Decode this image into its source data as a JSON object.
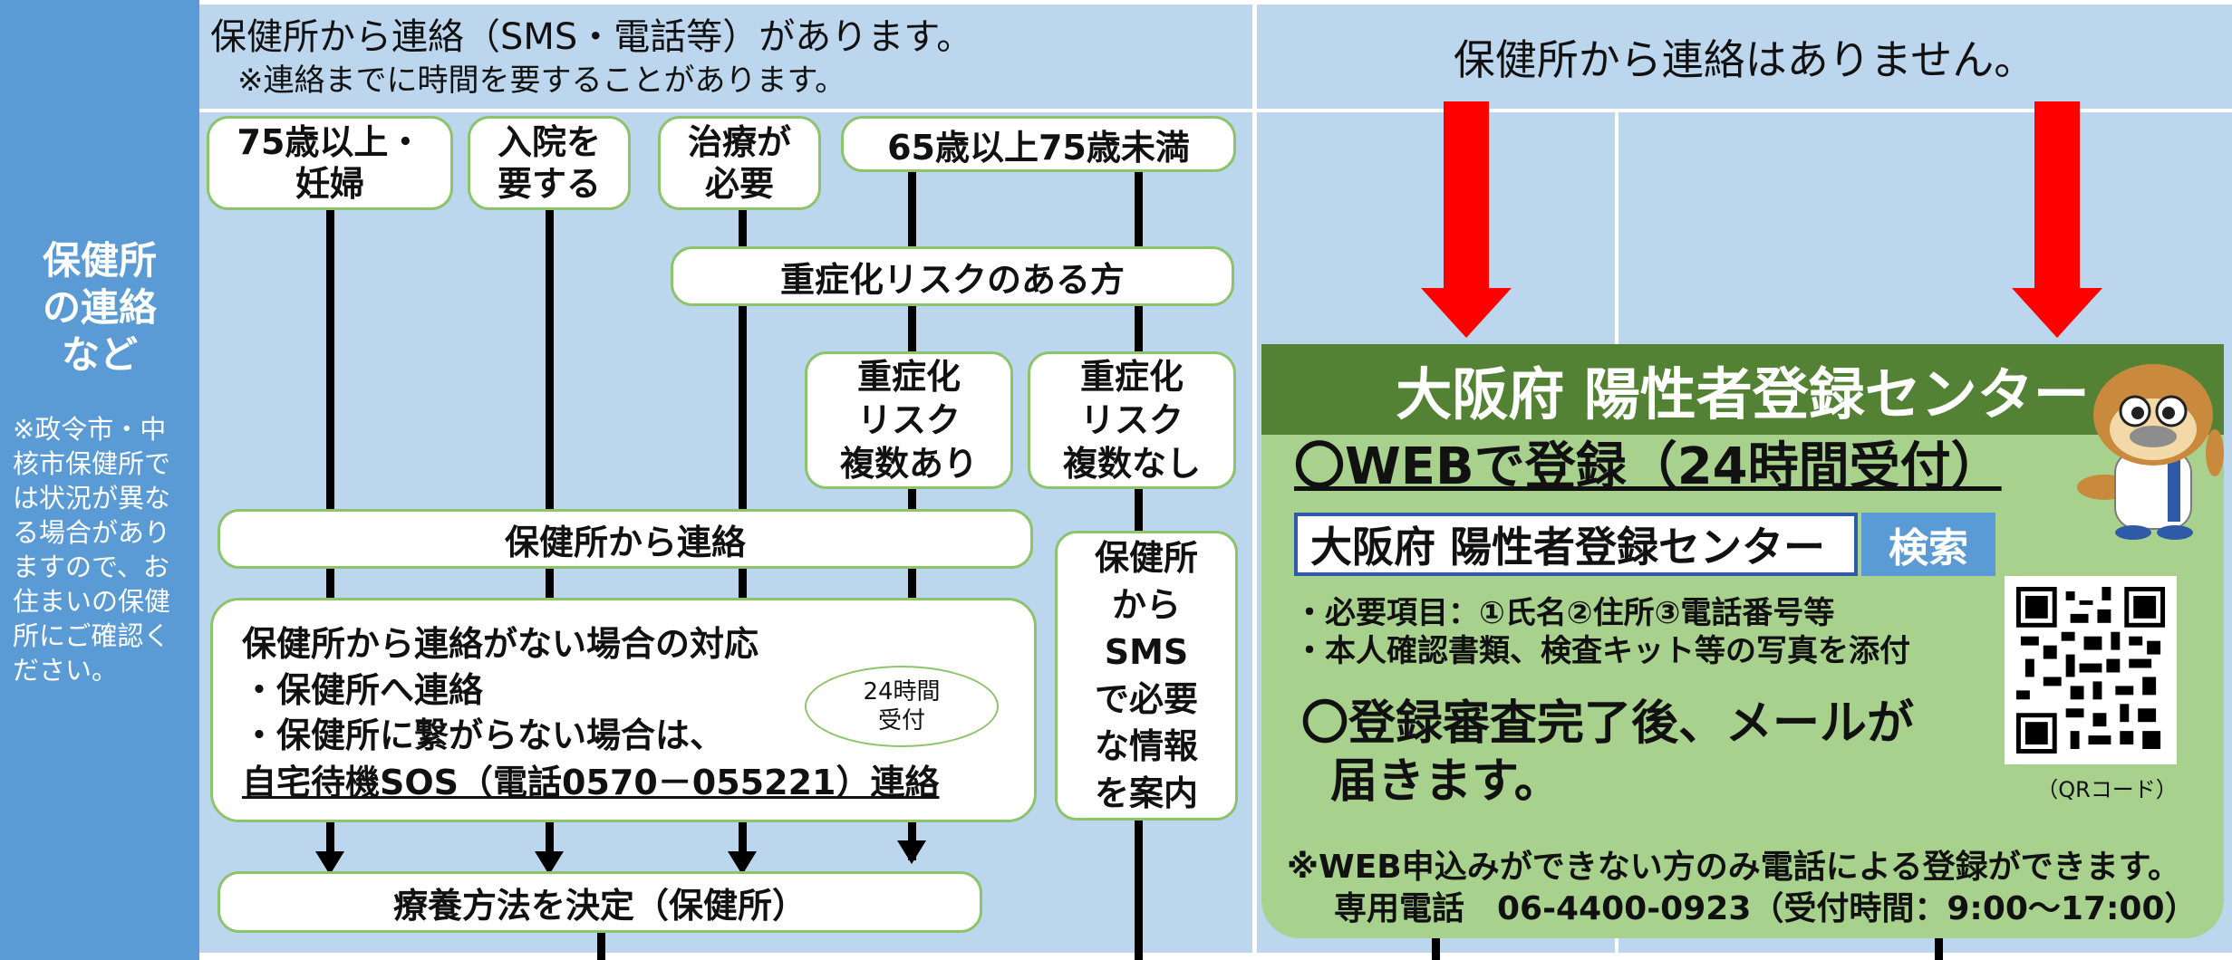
{
  "sidebar": {
    "title": "保健所\nの連絡\nなど",
    "note": "※政令市・中核市保健所では状況が異なる場合がありますので、お住まいの保健所にご確認ください。"
  },
  "header_left": {
    "line1": "保健所から連絡（SMS・電話等）があります。",
    "line2": "※連絡までに時間を要することがあります。"
  },
  "header_right": "保健所から連絡はありません。",
  "categories": {
    "c1": "75歳以上・\n妊婦",
    "c2": "入院を\n要する",
    "c3": "治療が\n必要",
    "c4": "65歳以上75歳未満"
  },
  "risk": {
    "main": "重症化リスクのある方",
    "multi": "重症化\nリスク\n複数あり",
    "none": "重症化\nリスク\n複数なし"
  },
  "contact_box": "保健所から連絡",
  "sms_box": "保健所\nから\nSMS\nで必要\nな情報\nを案内",
  "no_contact": {
    "title": "保健所から連絡がない場合の対応",
    "item1": "・保健所へ連絡",
    "item2": "・保健所に繋がらない場合は、",
    "item3": "自宅待機SOS（電話0570－055221）連絡",
    "bubble": "24時間\n受付"
  },
  "decide_box": "療養方法を決定（保健所）",
  "center": {
    "title": "大阪府 陽性者登録センター",
    "web_title": "〇WEBで登録（24時間受付）",
    "search_text": "大阪府 陽性者登録センター",
    "search_button": "検索",
    "req1": "・必要項目：①氏名②住所③電話番号等",
    "req2": "・本人確認書類、検査キット等の写真を添付",
    "mail1": "〇登録審査完了後、メールが",
    "mail2": "届きます。",
    "qr_label": "（QRコード）",
    "phone_note": "※WEB申込みができない方のみ電話による登録ができます。",
    "phone_line": "専用電話　06-4400-0923（受付時間：9:00～17:00）"
  }
}
